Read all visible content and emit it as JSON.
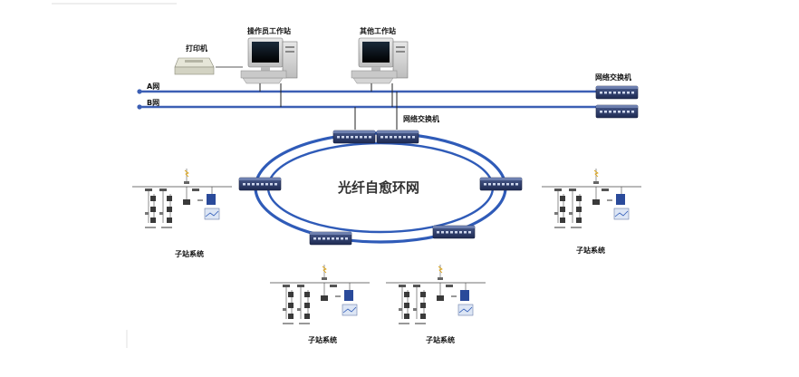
{
  "labels": {
    "printer": "打印机",
    "operator_ws": "操作员工作站",
    "other_ws": "其他工作站",
    "switch_top": "网络交换机",
    "switch_ring": "网络交换机",
    "net_a": "A网",
    "net_b": "B网",
    "ring": "光纤自愈环网"
  },
  "substations": [
    {
      "label": "子站系统"
    },
    {
      "label": "子站系统"
    },
    {
      "label": "子站系统"
    },
    {
      "label": "子站系统"
    }
  ],
  "colors": {
    "bus": "#3c5fb4",
    "ring_outer": "#2f5bb8",
    "ring_inner": "#7fa3dc",
    "switch_body": "#2e3f70",
    "cable": "#222222"
  }
}
